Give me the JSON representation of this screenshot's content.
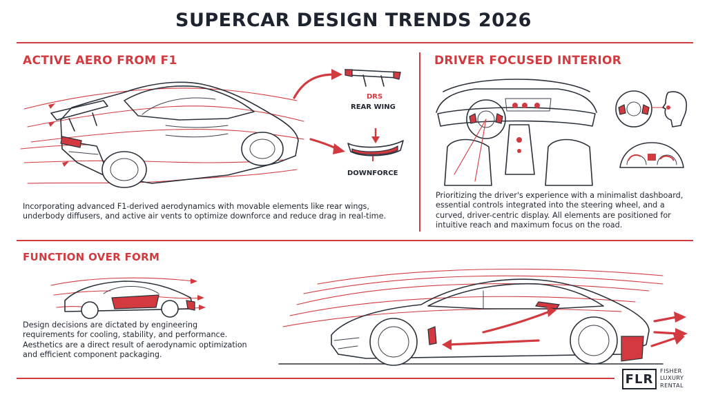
{
  "title": "SUPERCAR DESIGN TRENDS 2026",
  "sections": {
    "aero": {
      "heading": "ACTIVE AERO FROM F1",
      "callout_drs": "DRS",
      "callout_rear_wing": "REAR WING",
      "callout_downforce": "DOWNFORCE",
      "body_lines": [
        "Incorporating advanced F1-derived aerodynamics with movable elements like rear wings,",
        "underbody diffusers, and active air vents to optimize downforce and reduce drag in real-time."
      ]
    },
    "interior": {
      "heading": "DRIVER FOCUSED INTERIOR",
      "body_lines": [
        "Prioritizing the driver's experience with a minimalist dashboard,",
        "essential controls integrated into the steering wheel, and a",
        "curved, driver-centric display. All elements are positioned for",
        "intuitive reach and maximum focus on the road."
      ]
    },
    "function": {
      "heading": "FUNCTION OVER FORM",
      "body_lines": [
        "Design decisions are dictated by engineering",
        "requirements for cooling, stability, and performance.",
        "Aesthetics are a direct result of aerodynamic optimization",
        "and efficient component packaging."
      ]
    }
  },
  "logo": {
    "mark": "FLR",
    "lines": [
      "FISHER",
      "LUXURY",
      "RENTAL"
    ]
  },
  "colors": {
    "accent": "#d23a3f",
    "ink": "#1f2530",
    "background": "#ffffff"
  }
}
